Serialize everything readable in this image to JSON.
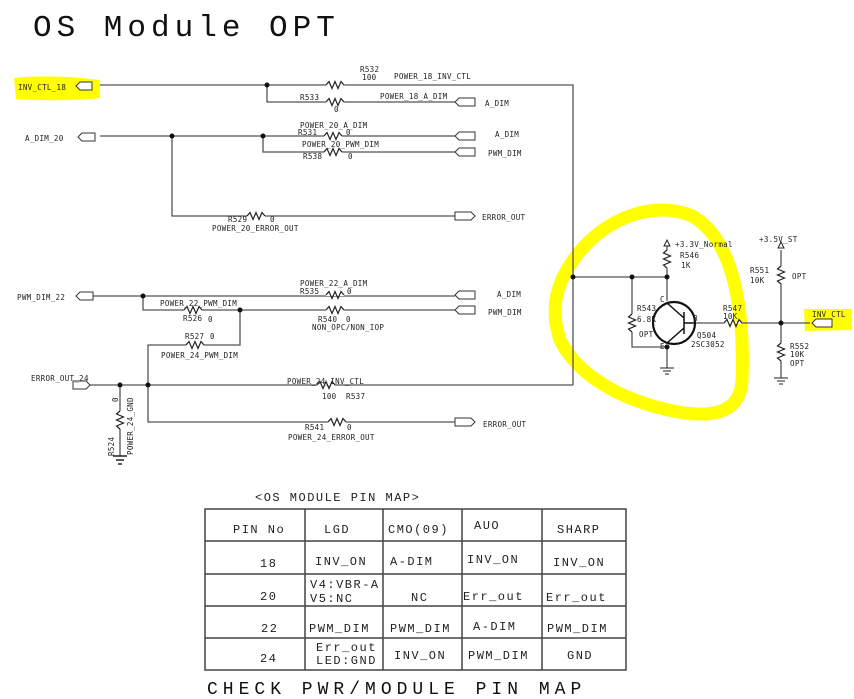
{
  "title": "OS Module OPT",
  "ports": {
    "inv_ctl_18": "INV_CTL_18",
    "a_dim_20": "A_DIM_20",
    "pwm_dim_22": "PWM_DIM_22",
    "error_out_24": "ERROR_OUT_24",
    "out_a_dim_1": "A_DIM",
    "out_a_dim_2": "A_DIM",
    "out_pwm_dim_1": "PWM_DIM",
    "out_error_out_1": "ERROR_OUT",
    "out_a_dim_3": "A_DIM",
    "out_pwm_dim_2": "PWM_DIM",
    "out_error_out_2": "ERROR_OUT",
    "inv_ctl": "INV_CTL"
  },
  "components": {
    "r532": {
      "ref": "R532",
      "value": "100",
      "net": "POWER_18_INV_CTL"
    },
    "r533": {
      "ref": "R533",
      "value": "0",
      "net": "POWER_18_A_DIM"
    },
    "r531": {
      "ref": "R531",
      "value": "0",
      "net": "POWER_20_A_DIM"
    },
    "r538": {
      "ref": "R538",
      "value": "0",
      "net": "POWER_20_PWM_DIM"
    },
    "r529": {
      "ref": "R529",
      "value": "0",
      "net": "POWER_20_ERROR_OUT"
    },
    "r535": {
      "ref": "R535",
      "value": "0",
      "net": "POWER_22_A_DIM"
    },
    "r526": {
      "ref": "R526",
      "value": "0",
      "net": "POWER_22_PWM_DIM"
    },
    "r540": {
      "ref": "R540",
      "value": "0",
      "net": "NON_OPC/NON_IOP"
    },
    "r527": {
      "ref": "R527",
      "value": "0",
      "net": "POWER_24_PWM_DIM"
    },
    "r537": {
      "ref": "R537",
      "value": "100",
      "net": "POWER_24_INV_CTL"
    },
    "r541": {
      "ref": "R541",
      "value": "0",
      "net": "POWER_24_ERROR_OUT"
    },
    "r524": {
      "ref": "R524",
      "value": "0",
      "net": "POWER_24_GND"
    },
    "r546": {
      "ref": "R546",
      "value": "1K"
    },
    "r543": {
      "ref": "R543",
      "value": "6.8K",
      "opt": "OPT"
    },
    "r547": {
      "ref": "R547",
      "value": "10K"
    },
    "r551": {
      "ref": "R551",
      "value": "10K",
      "opt": "OPT"
    },
    "r552": {
      "ref": "R552",
      "value": "10K",
      "opt": "OPT"
    },
    "q504": {
      "ref": "Q504",
      "part": "2SC3052",
      "c": "C",
      "b": "B",
      "e": "E"
    }
  },
  "power": {
    "v33": "+3.3V_Normal",
    "v35": "+3.5V_ST"
  },
  "pin_map": {
    "title": "<OS MODULE PIN MAP>",
    "headers": [
      "PIN No",
      "LGD",
      "CMO(09)",
      "AUO",
      "SHARP"
    ],
    "rows": [
      [
        "18",
        "INV_ON",
        "A-DIM",
        "INV_ON",
        "INV_ON"
      ],
      [
        "20",
        "V4:VBR-A|V5:NC",
        "NC",
        "Err_out",
        "Err_out"
      ],
      [
        "22",
        "PWM_DIM",
        "PWM_DIM",
        "A-DIM",
        "PWM_DIM"
      ],
      [
        "24",
        "Err_out|LED:GND",
        "INV_ON",
        "PWM_DIM",
        "GND"
      ]
    ],
    "row20_lgd_l1": "V4:VBR-A",
    "row20_lgd_l2": "V5:NC",
    "row24_lgd_l1": "Err_out",
    "row24_lgd_l2": "LED:GND"
  },
  "footer": "CHECK PWR/MODULE PIN MAP"
}
